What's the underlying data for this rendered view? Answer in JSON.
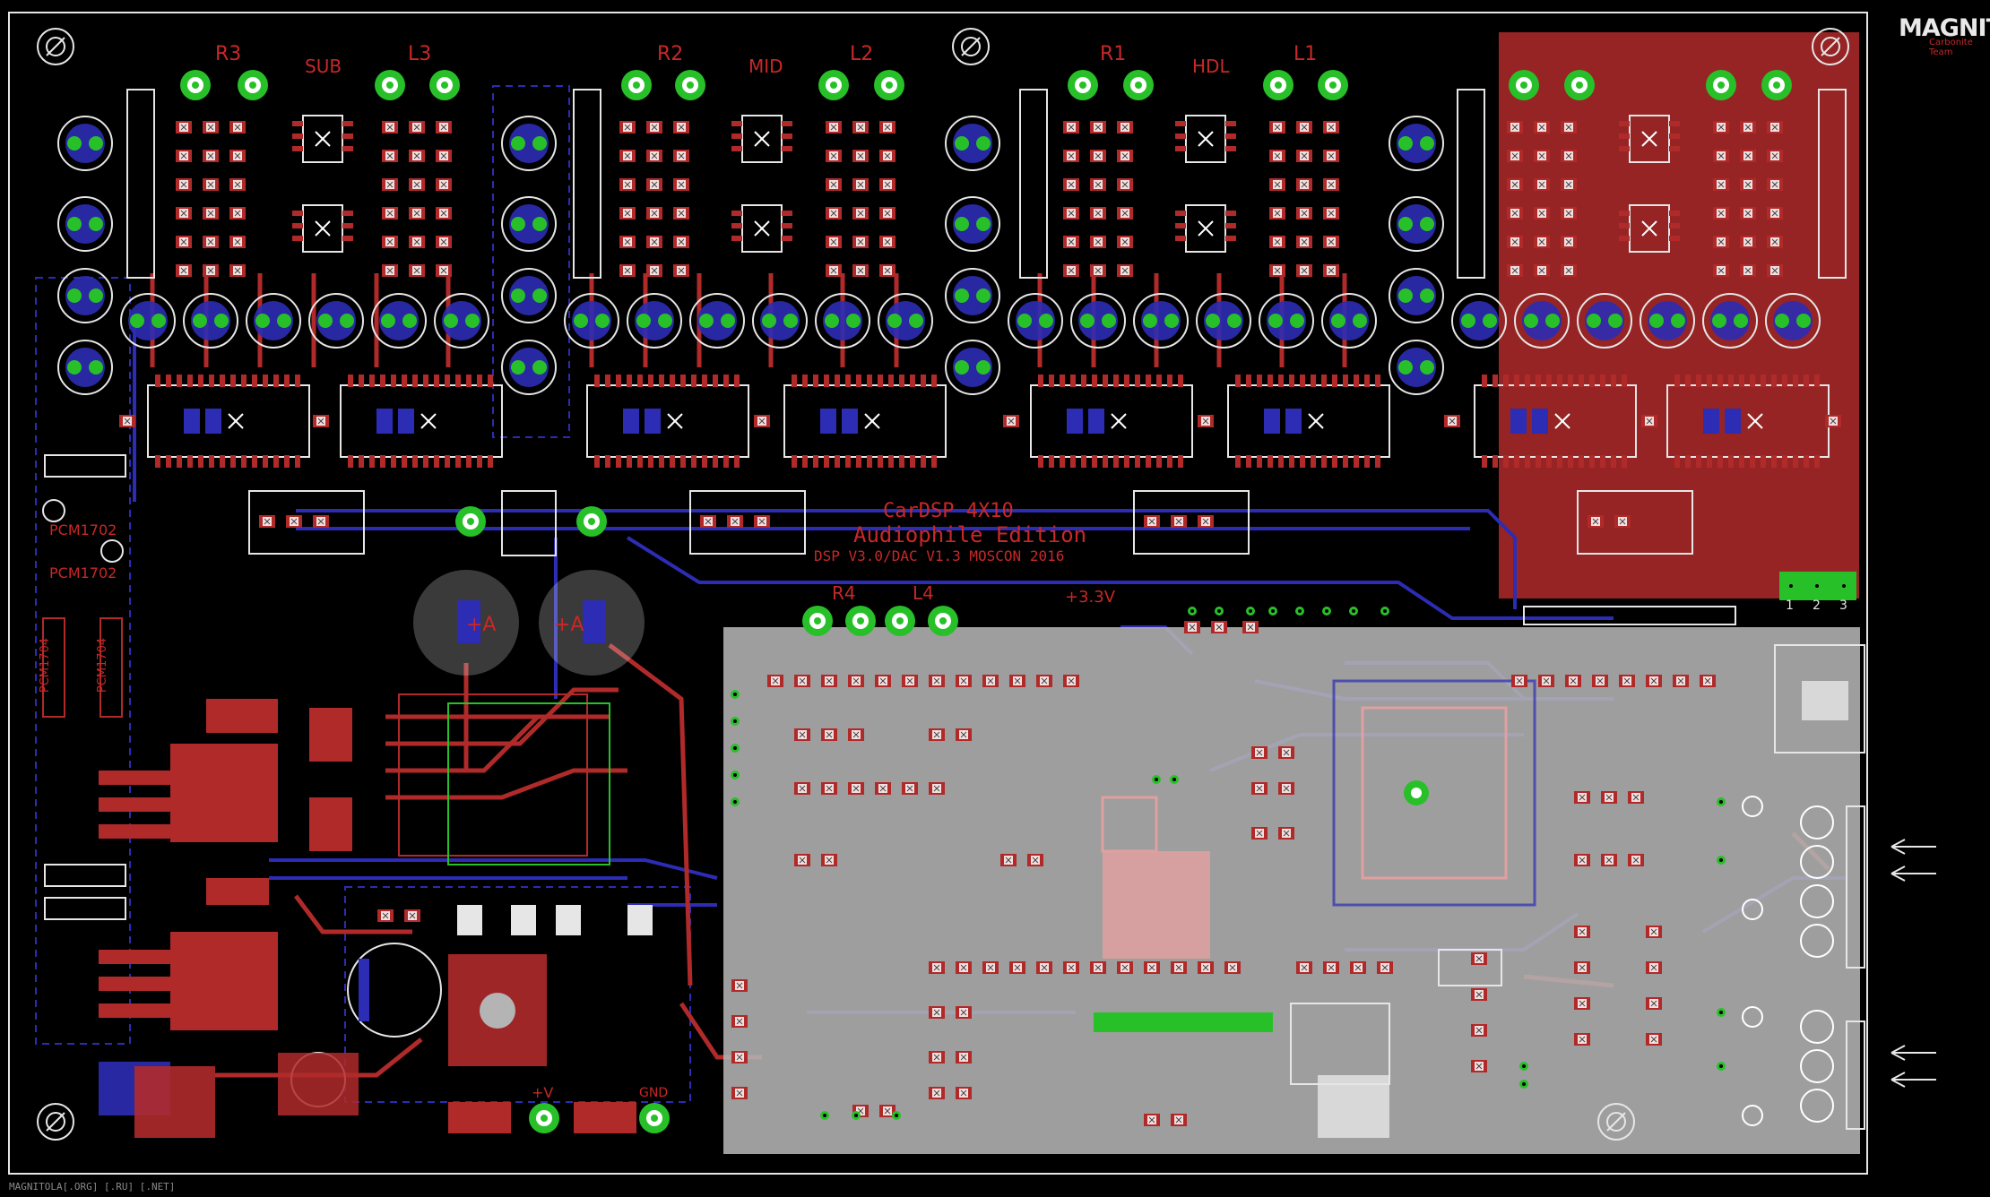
{
  "brand": {
    "name": "MAGNITOLA",
    "tagline": "Carbonite Team"
  },
  "footer": "MAGNITOLA[.ORG] [.RU] [.NET]",
  "board": {
    "title": "CarDSP 4X10",
    "subtitle": "Audiophile Edition",
    "version": "DSP V3.0/DAC V1.3 MOSCON 2016"
  },
  "channel_labels": [
    {
      "id": "r3",
      "text": "R3"
    },
    {
      "id": "sub",
      "text": "SUB"
    },
    {
      "id": "l3",
      "text": "L3"
    },
    {
      "id": "r2",
      "text": "R2"
    },
    {
      "id": "mid",
      "text": "MID"
    },
    {
      "id": "l2",
      "text": "L2"
    },
    {
      "id": "r1",
      "text": "R1"
    },
    {
      "id": "hdl",
      "text": "HDL"
    },
    {
      "id": "l1",
      "text": "L1"
    },
    {
      "id": "r4",
      "text": "R4"
    },
    {
      "id": "l4",
      "text": "L4"
    }
  ],
  "power_labels": {
    "v33": "+3.3V",
    "va_left": "+A",
    "va_right": "+A",
    "pv": "+V",
    "gnd": "GND"
  },
  "chip_labels": [
    "PCM1702",
    "PCM1702",
    "PCM1704",
    "PCM1704"
  ],
  "connector_pins": [
    "1",
    "2",
    "3"
  ],
  "colors": {
    "top_copper": "#b02a2a",
    "bottom_copper": "#2c2cb4",
    "pad": "#28c028",
    "silkscreen": "#e6e6e6",
    "overlay_gray": "#b4b4b4",
    "background": "#000000"
  }
}
